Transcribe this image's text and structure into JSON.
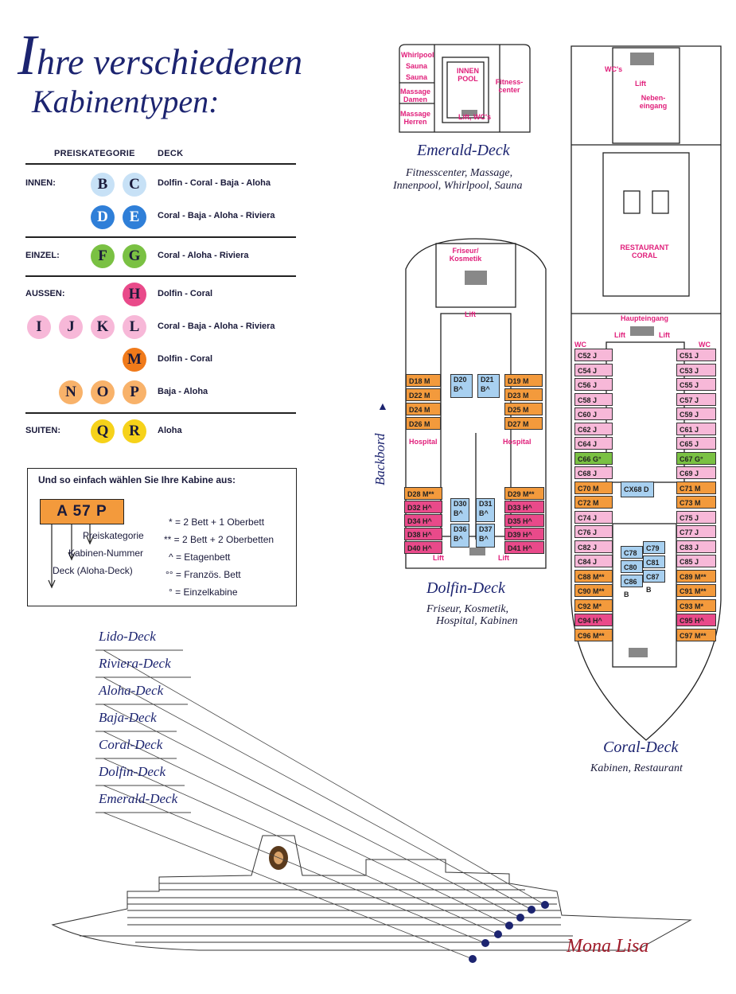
{
  "title": {
    "line1_cap": "I",
    "line1_rest": "hre verschiedenen",
    "line2": "Kabinentypen:"
  },
  "table": {
    "header_cat": "PREISKATEGORIE",
    "header_deck": "DECK",
    "innen_label": "INNEN:",
    "einzel_label": "EINZEL:",
    "aussen_label": "AUSSEN:",
    "suiten_label": "SUITEN:",
    "rows": [
      {
        "letters": [
          "B",
          "C"
        ],
        "deck": "Dolfin - Coral - Baja - Aloha"
      },
      {
        "letters": [
          "D",
          "E"
        ],
        "deck": "Coral - Baja - Aloha - Riviera"
      },
      {
        "letters": [
          "F",
          "G"
        ],
        "deck": "Coral - Aloha - Riviera"
      },
      {
        "letters": [
          "H"
        ],
        "deck": "Dolfin - Coral"
      },
      {
        "letters": [
          "I",
          "J",
          "K",
          "L"
        ],
        "deck": "Coral - Baja - Aloha - Riviera"
      },
      {
        "letters": [
          "M"
        ],
        "deck": "Dolfin - Coral"
      },
      {
        "letters": [
          "N",
          "O",
          "P"
        ],
        "deck": "Baja - Aloha"
      },
      {
        "letters": [
          "Q",
          "R"
        ],
        "deck": "Aloha"
      }
    ]
  },
  "colors": {
    "light_blue": "#c7e1f6",
    "blue": "#2f7fd8",
    "green": "#7ac143",
    "magenta": "#e94a8a",
    "pink": "#f7b8d8",
    "orange": "#f39a3c",
    "light_orange": "#f8b26a",
    "yellow": "#f6d21a"
  },
  "legend": {
    "title": "Und so einfach wählen Sie Ihre Kabine aus:",
    "example": "A 57 P",
    "cat": "Preiskategorie",
    "num": "Kabinen-Nummer",
    "deck": "Deck (Aloha-Deck)",
    "k1": "* = 2 Bett + 1 Oberbett",
    "k2": "** = 2 Bett + 2 Oberbetten",
    "k3": "^ = Etagenbett",
    "k4": "°° = Französ. Bett",
    "k5": "° = Einzelkabine"
  },
  "emerald": {
    "name": "Emerald-Deck",
    "desc1": "Fitnesscenter, Massage,",
    "desc2": "Innenpool, Whirlpool, Sauna",
    "whirlpool": "Whirlpool",
    "sauna1": "Sauna",
    "sauna2": "Sauna",
    "massage_damen": "Massage Damen",
    "massage_herren": "Massage Herren",
    "innen_pool": "INNEN POOL",
    "fitness": "Fitness-center",
    "lift_wc": "Lift, WC's"
  },
  "dolfin": {
    "name": "Dolfin-Deck",
    "desc1": "Friseur, Kosmetik,",
    "desc2": "Hospital, Kabinen",
    "friseur": "Friseur/ Kosmetik",
    "lift": "Lift",
    "hospital": "Hospital",
    "backbord": "Backbord",
    "cabins_left": [
      "D18 M",
      "D22 M",
      "D24 M",
      "D26 M"
    ],
    "cabins_right": [
      "D19 M",
      "D23 M",
      "D25 M",
      "D27 M"
    ],
    "cabins_left2": [
      "D28 M**",
      "D32 H^",
      "D34 H^",
      "D38 H^",
      "D40 H^"
    ],
    "cabins_right2": [
      "D29 M**",
      "D33 H^",
      "D35 H^",
      "D39 H^",
      "D41 H^"
    ],
    "blue": [
      "D20 B^",
      "D21 B^",
      "D30 B^",
      "D31 B^",
      "D36 B^",
      "D37 B^"
    ]
  },
  "coral": {
    "name": "Coral-Deck",
    "desc": "Kabinen, Restaurant",
    "wcs": "WC's",
    "lift": "Lift",
    "neben": "Neben-eingang",
    "restaurant": "RESTAURANT CORAL",
    "haupt": "Haupteingang",
    "wc": "WC",
    "cx": "CX68 D",
    "left": [
      "C52 J",
      "C54 J",
      "C56 J",
      "C58 J",
      "C60 J",
      "C62 J",
      "C64 J",
      "C66 G°",
      "C68 J",
      "C70 M",
      "C72 M",
      "C74 J",
      "C76 J",
      "C82 J",
      "C84 J",
      "C88 M**",
      "C90 M**",
      "C92 M*",
      "C94 H^",
      "C96 M**"
    ],
    "right": [
      "C51 J",
      "C53 J",
      "C55 J",
      "C57 J",
      "C59 J",
      "C61 J",
      "C65 J",
      "C67 G°",
      "C69 J",
      "C71 M",
      "C73 M",
      "C75 J",
      "C77 J",
      "C83 J",
      "C85 J",
      "C89 M**",
      "C91 M**",
      "C93 M*",
      "C95 H^",
      "C97 M**"
    ],
    "mid": [
      "C78 B",
      "C79 B",
      "C80 B",
      "C81 B",
      "C86 B",
      "C87 B"
    ]
  },
  "decks": [
    "Lido-Deck",
    "Riviera-Deck",
    "Aloha-Deck",
    "Baja-Deck",
    "Coral-Deck",
    "Dolfin-Deck",
    "Emerald-Deck"
  ],
  "logo": "Mona Lisa"
}
